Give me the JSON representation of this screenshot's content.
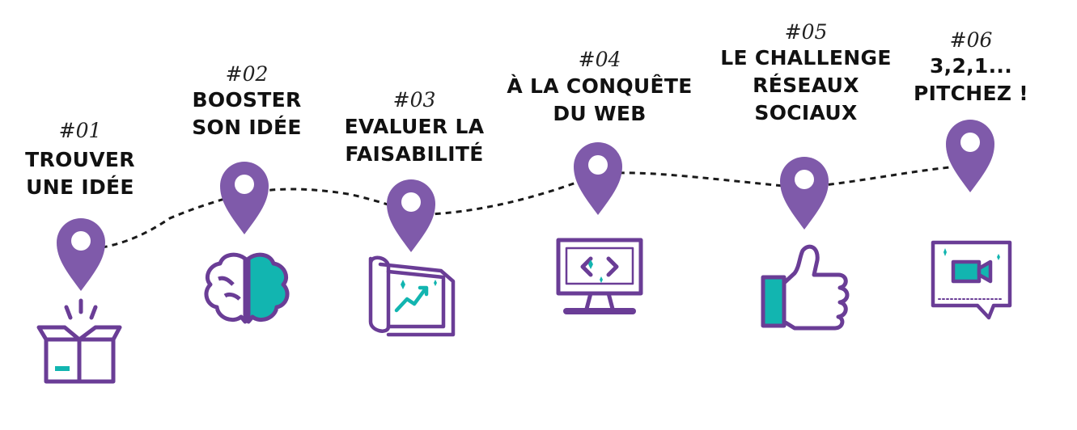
{
  "colors": {
    "purple": "#6a3d96",
    "light_purple": "#7f5aaa",
    "teal": "#12b5b0",
    "ink": "#111111"
  },
  "steps": [
    {
      "num": "#01",
      "title": "TROUVER\nUNE IDÉE",
      "icon": "open-box-icon"
    },
    {
      "num": "#02",
      "title": "BOOSTER\nSON IDÉE",
      "icon": "brain-icon"
    },
    {
      "num": "#03",
      "title": "EVALUER LA\nFAISABILITÉ",
      "icon": "blueprint-chart-icon"
    },
    {
      "num": "#04",
      "title": "À LA CONQUÊTE\nDU WEB",
      "icon": "computer-code-icon"
    },
    {
      "num": "#05",
      "title": "LE CHALLENGE\nRÉSEAUX\nSOCIAUX",
      "icon": "thumbs-up-icon"
    },
    {
      "num": "#06",
      "title": "3,2,1...\nPITCHEZ !",
      "icon": "video-chat-icon"
    }
  ]
}
